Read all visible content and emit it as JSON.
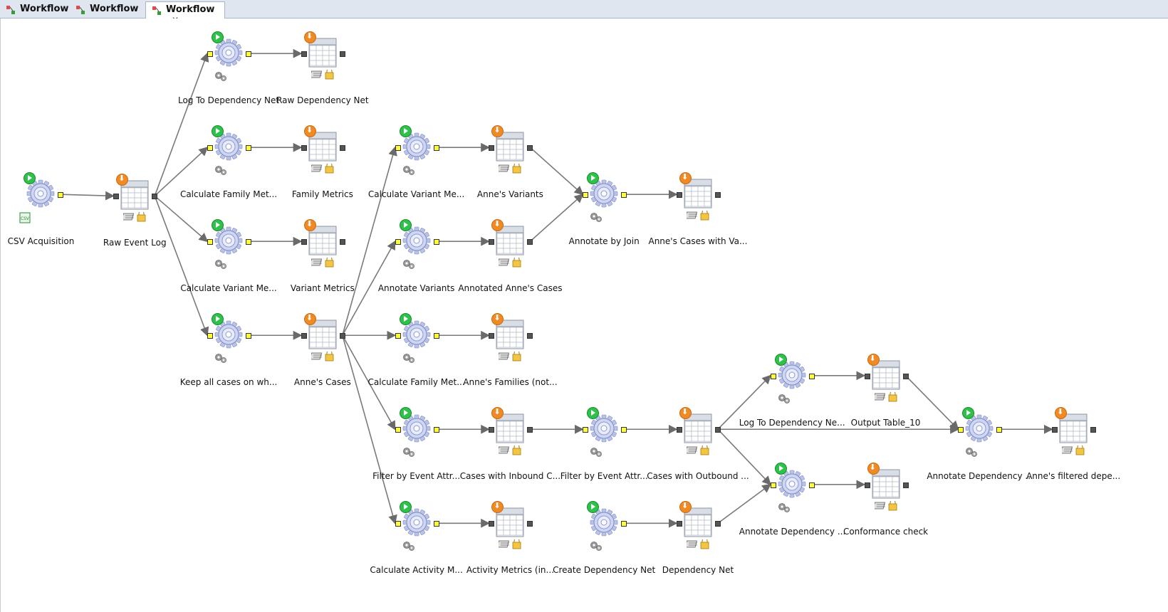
{
  "tabs": [
    {
      "label": "Workflow",
      "closable": false,
      "active": false
    },
    {
      "label": "Workflow",
      "closable": false,
      "active": false
    },
    {
      "label": "Workflow",
      "closable": true,
      "active": true
    }
  ],
  "close_glyph": "✕",
  "csv_icon_text": "CSV",
  "colors": {
    "accent": "#f08a24",
    "run": "#2ec24a",
    "port_in": "#ffff33",
    "port_out": "#555555",
    "tabbar": "#dfe6ef"
  },
  "nodes": [
    {
      "id": "n0",
      "kind": "operator",
      "label": "CSV Acquisition",
      "sub_icon": "csv-icon"
    },
    {
      "id": "n1",
      "kind": "table",
      "label": "Raw Event Log"
    },
    {
      "id": "n2",
      "kind": "operator",
      "label": "Log To Dependency Net"
    },
    {
      "id": "n3",
      "kind": "table",
      "label": "Raw Dependency Net"
    },
    {
      "id": "n4",
      "kind": "operator",
      "label": "Calculate Family Met..."
    },
    {
      "id": "n5",
      "kind": "table",
      "label": "Family Metrics"
    },
    {
      "id": "n6",
      "kind": "operator",
      "label": "Calculate Variant Me..."
    },
    {
      "id": "n7",
      "kind": "table",
      "label": "Variant Metrics"
    },
    {
      "id": "n8",
      "kind": "operator",
      "label": "Keep all cases on wh..."
    },
    {
      "id": "n9",
      "kind": "table",
      "label": "Anne's Cases"
    },
    {
      "id": "n10",
      "kind": "operator",
      "label": "Calculate Variant Me..."
    },
    {
      "id": "n11",
      "kind": "table",
      "label": "Anne's Variants"
    },
    {
      "id": "n12",
      "kind": "operator",
      "label": "Annotate Variants"
    },
    {
      "id": "n13",
      "kind": "table",
      "label": "Annotated Anne's Cases"
    },
    {
      "id": "n14",
      "kind": "operator",
      "label": "Annotate by Join"
    },
    {
      "id": "n15",
      "kind": "table",
      "label": "Anne's Cases with Va..."
    },
    {
      "id": "n16",
      "kind": "operator",
      "label": "Calculate Family Met..."
    },
    {
      "id": "n17",
      "kind": "table",
      "label": "Anne's Families (not..."
    },
    {
      "id": "n18",
      "kind": "operator",
      "label": "Filter by Event Attr..."
    },
    {
      "id": "n19",
      "kind": "table",
      "label": "Cases with Inbound C..."
    },
    {
      "id": "n20",
      "kind": "operator",
      "label": "Filter by Event Attr..."
    },
    {
      "id": "n21",
      "kind": "table",
      "label": "Cases with Outbound ..."
    },
    {
      "id": "n22",
      "kind": "operator",
      "label": "Calculate Activity M..."
    },
    {
      "id": "n23",
      "kind": "table",
      "label": "Activity Metrics (in..."
    },
    {
      "id": "n24",
      "kind": "operator",
      "label": "Create Dependency Net"
    },
    {
      "id": "n25",
      "kind": "table",
      "label": "Dependency Net"
    },
    {
      "id": "n26",
      "kind": "operator",
      "label": "Log To Dependency Ne..."
    },
    {
      "id": "n27",
      "kind": "table",
      "label": "Output Table_10"
    },
    {
      "id": "n28",
      "kind": "operator",
      "label": "Annotate Dependency ..."
    },
    {
      "id": "n29",
      "kind": "table",
      "label": "Conformance check"
    },
    {
      "id": "n30",
      "kind": "operator",
      "label": "Annotate Dependency ..."
    },
    {
      "id": "n31",
      "kind": "table",
      "label": "Anne's filtered depe..."
    }
  ],
  "edges": [
    [
      "n0",
      "n1"
    ],
    [
      "n1",
      "n2"
    ],
    [
      "n1",
      "n4"
    ],
    [
      "n1",
      "n6"
    ],
    [
      "n1",
      "n8"
    ],
    [
      "n2",
      "n3"
    ],
    [
      "n4",
      "n5"
    ],
    [
      "n6",
      "n7"
    ],
    [
      "n8",
      "n9"
    ],
    [
      "n9",
      "n10"
    ],
    [
      "n9",
      "n12"
    ],
    [
      "n9",
      "n16"
    ],
    [
      "n9",
      "n18"
    ],
    [
      "n9",
      "n22"
    ],
    [
      "n10",
      "n11"
    ],
    [
      "n12",
      "n13"
    ],
    [
      "n11",
      "n14"
    ],
    [
      "n13",
      "n14"
    ],
    [
      "n14",
      "n15"
    ],
    [
      "n16",
      "n17"
    ],
    [
      "n18",
      "n19"
    ],
    [
      "n19",
      "n20"
    ],
    [
      "n20",
      "n21"
    ],
    [
      "n22",
      "n23"
    ],
    [
      "n24",
      "n25"
    ],
    [
      "n21",
      "n26"
    ],
    [
      "n21",
      "n30"
    ],
    [
      "n21",
      "n28"
    ],
    [
      "n25",
      "n28"
    ],
    [
      "n26",
      "n27"
    ],
    [
      "n27",
      "n30"
    ],
    [
      "n28",
      "n29"
    ],
    [
      "n30",
      "n31"
    ]
  ]
}
